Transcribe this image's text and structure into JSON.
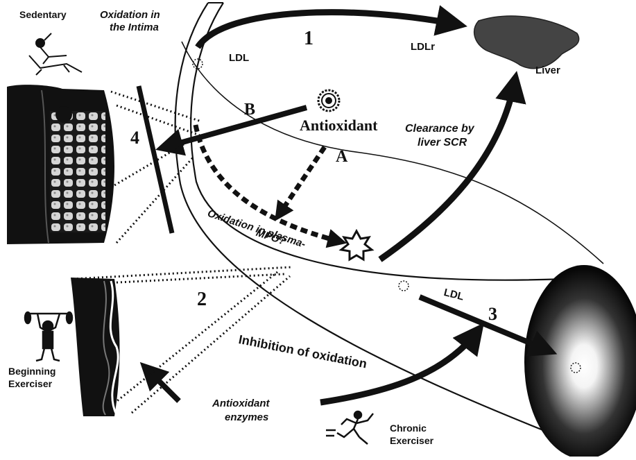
{
  "labels": {
    "sedentary": "Sedentary",
    "oxidation_intima_line1": "Oxidation in",
    "oxidation_intima_line2": "the Intima",
    "ldl_top": "LDL",
    "num_1": "1",
    "ldlr": "LDLr",
    "liver": "Liver",
    "letter_b": "B",
    "antioxidant": "Antioxidant",
    "num_4": "4",
    "clearance_line1": "Clearance by",
    "clearance_line2": "liver SCR",
    "letter_a": "A",
    "oxidation_plasma_line1": "Oxidation in plasma-",
    "oxidation_plasma_line2": "MPO?",
    "num_2": "2",
    "ldl_bottom": "LDL",
    "num_3": "3",
    "inhibition": "Inhibition of oxidation",
    "beginning_line1": "Beginning",
    "beginning_line2": "Exerciser",
    "antiox_enzymes_line1": "Antioxidant",
    "antiox_enzymes_line2": "enzymes",
    "chronic_line1": "Chronic",
    "chronic_line2": "Exerciser"
  },
  "icons": [
    "reclining-person-icon",
    "weightlifter-icon",
    "runner-icon",
    "liver-icon",
    "antioxidant-icon",
    "oxidized-ldl-star-icon",
    "ldl-particle-icon",
    "muscle-tissue-icon",
    "vessel-wall-tissue-icon"
  ],
  "colors": {
    "ink": "#111111",
    "liver": "#444444",
    "lumen_dark": "#111111"
  }
}
